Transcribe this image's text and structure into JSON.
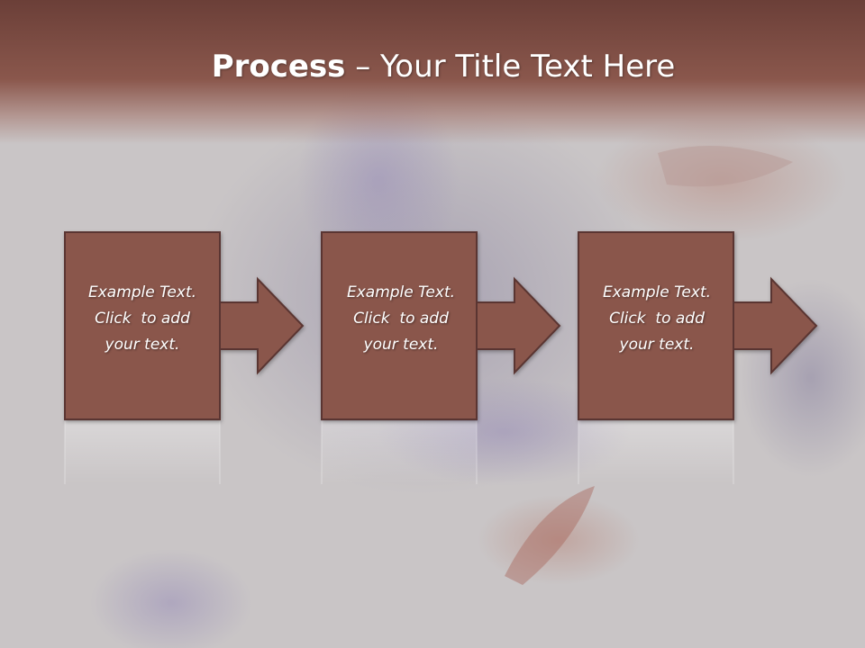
{
  "slide": {
    "title_bold": "Process",
    "title_rest": " – Your Title Text Here",
    "colors": {
      "title_bar": "#8a574c",
      "box_fill": "#8a574c",
      "box_border": "#5a3530",
      "background": "#c9c5c6"
    }
  },
  "steps": [
    {
      "lines": [
        "Example Text.",
        "Click  to add",
        "your text."
      ]
    },
    {
      "lines": [
        "Example Text.",
        "Click  to add",
        "your text."
      ]
    },
    {
      "lines": [
        "Example Text.",
        "Click  to add",
        "your text."
      ]
    }
  ]
}
